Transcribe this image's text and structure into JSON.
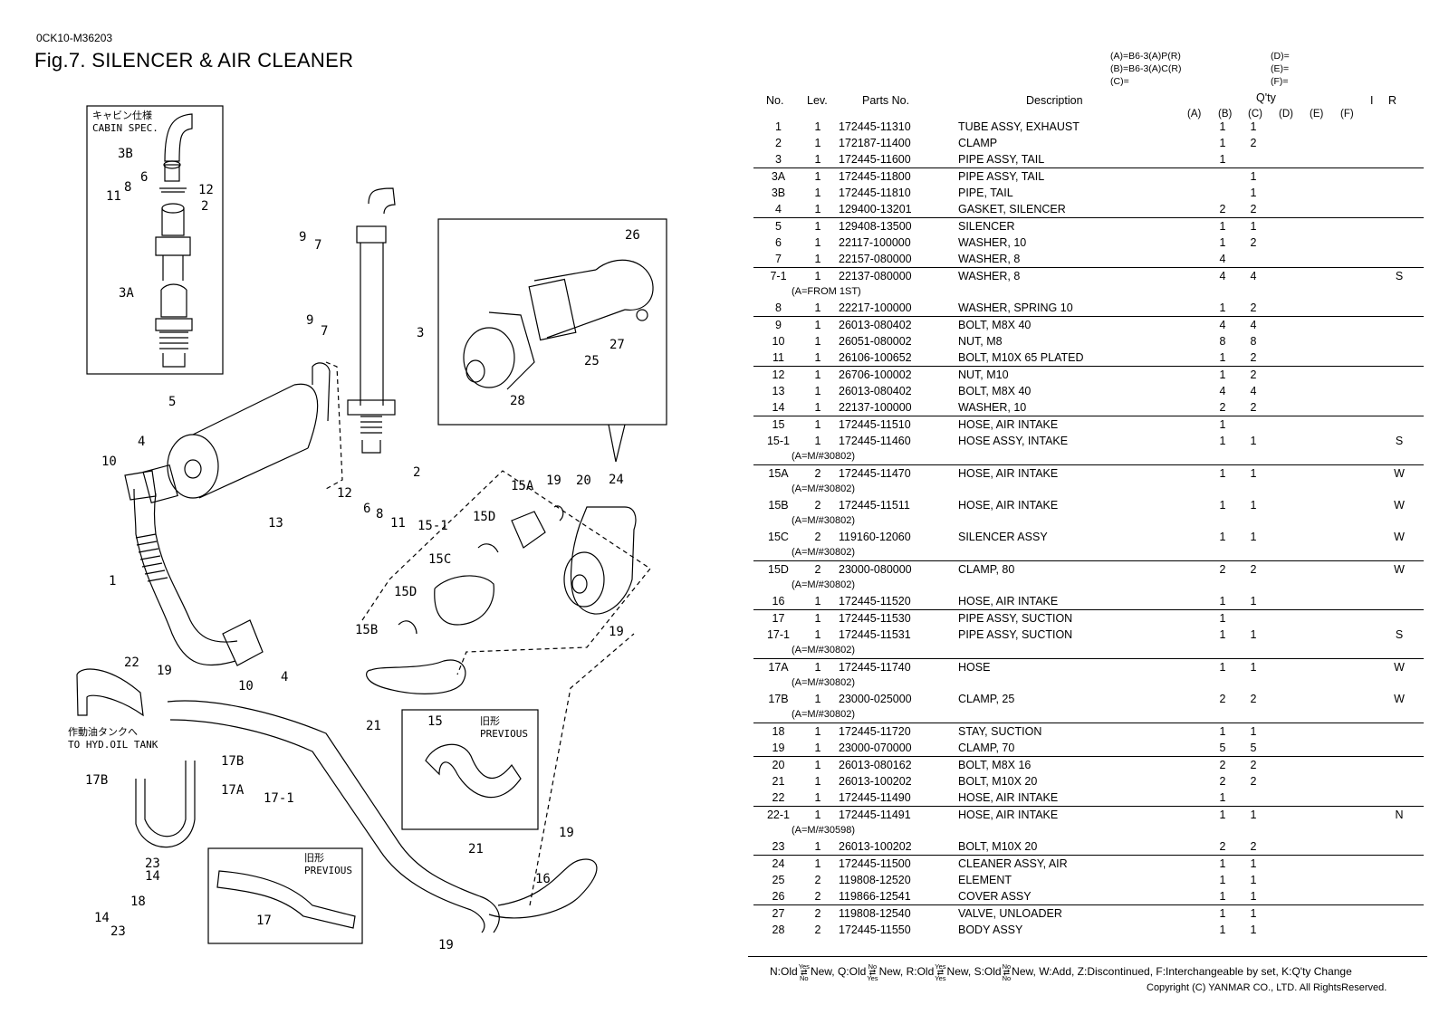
{
  "doc_code": "0CK10-M36203",
  "title": "Fig.7.  SILENCER & AIR CLEANER",
  "legend_keys": {
    "left": [
      "(A)=B6-3(A)P(R)",
      "(B)=B6-3(A)C(R)",
      "(C)="
    ],
    "right": [
      "(D)=",
      "(E)=",
      "(F)="
    ]
  },
  "headers": {
    "no": "No.",
    "lev": "Lev.",
    "parts_no": "Parts No.",
    "description": "Description",
    "qty": "Q'ty",
    "i": "I",
    "r": "R",
    "qty_cols": [
      "(A)",
      "(B)",
      "(C)",
      "(D)",
      "(E)",
      "(F)"
    ]
  },
  "rows": [
    {
      "no": "1",
      "lev": "1",
      "pn": "172445-11310",
      "desc": "TUBE ASSY, EXHAUST",
      "a": "1",
      "b": "1",
      "r": "",
      "note": "",
      "sep": false
    },
    {
      "no": "2",
      "lev": "1",
      "pn": "172187-11400",
      "desc": "CLAMP",
      "a": "1",
      "b": "2",
      "r": "",
      "note": "",
      "sep": false
    },
    {
      "no": "3",
      "lev": "1",
      "pn": "172445-11600",
      "desc": "PIPE ASSY, TAIL",
      "a": "1",
      "b": "",
      "r": "",
      "note": "",
      "sep": false
    },
    {
      "no": "3A",
      "lev": "1",
      "pn": "172445-11800",
      "desc": "PIPE ASSY, TAIL",
      "a": "",
      "b": "1",
      "r": "",
      "note": "",
      "sep": true
    },
    {
      "no": "3B",
      "lev": "1",
      "pn": "172445-11810",
      "desc": "PIPE, TAIL",
      "a": "",
      "b": "1",
      "r": "",
      "note": "",
      "sep": false
    },
    {
      "no": "4",
      "lev": "1",
      "pn": "129400-13201",
      "desc": "GASKET, SILENCER",
      "a": "2",
      "b": "2",
      "r": "",
      "note": "",
      "sep": false
    },
    {
      "no": "5",
      "lev": "1",
      "pn": "129408-13500",
      "desc": "SILENCER",
      "a": "1",
      "b": "1",
      "r": "",
      "note": "",
      "sep": true
    },
    {
      "no": "6",
      "lev": "1",
      "pn": "22117-100000",
      "desc": "WASHER, 10",
      "a": "1",
      "b": "2",
      "r": "",
      "note": "",
      "sep": false
    },
    {
      "no": "7",
      "lev": "1",
      "pn": "22157-080000",
      "desc": "WASHER,  8",
      "a": "4",
      "b": "",
      "r": "",
      "note": "",
      "sep": false
    },
    {
      "no": "7-1",
      "lev": "1",
      "pn": "22137-080000",
      "desc": "WASHER,  8",
      "a": "4",
      "b": "4",
      "r": "S",
      "note": "(A=FROM 1ST)",
      "sep": true
    },
    {
      "no": "8",
      "lev": "1",
      "pn": "22217-100000",
      "desc": "WASHER, SPRING 10",
      "a": "1",
      "b": "2",
      "r": "",
      "note": "",
      "sep": false
    },
    {
      "no": "9",
      "lev": "1",
      "pn": "26013-080402",
      "desc": "BOLT, M8X 40",
      "a": "4",
      "b": "4",
      "r": "",
      "note": "",
      "sep": true
    },
    {
      "no": "10",
      "lev": "1",
      "pn": "26051-080002",
      "desc": "NUT, M8",
      "a": "8",
      "b": "8",
      "r": "",
      "note": "",
      "sep": false
    },
    {
      "no": "11",
      "lev": "1",
      "pn": "26106-100652",
      "desc": "BOLT, M10X 65 PLATED",
      "a": "1",
      "b": "2",
      "r": "",
      "note": "",
      "sep": false
    },
    {
      "no": "12",
      "lev": "1",
      "pn": "26706-100002",
      "desc": "NUT, M10",
      "a": "1",
      "b": "2",
      "r": "",
      "note": "",
      "sep": true
    },
    {
      "no": "13",
      "lev": "1",
      "pn": "26013-080402",
      "desc": "BOLT, M8X 40",
      "a": "4",
      "b": "4",
      "r": "",
      "note": "",
      "sep": false
    },
    {
      "no": "14",
      "lev": "1",
      "pn": "22137-100000",
      "desc": "WASHER, 10",
      "a": "2",
      "b": "2",
      "r": "",
      "note": "",
      "sep": false
    },
    {
      "no": "15",
      "lev": "1",
      "pn": "172445-11510",
      "desc": "HOSE, AIR INTAKE",
      "a": "1",
      "b": "",
      "r": "",
      "note": "",
      "sep": true
    },
    {
      "no": "15-1",
      "lev": "1",
      "pn": "172445-11460",
      "desc": "HOSE ASSY, INTAKE",
      "a": "1",
      "b": "1",
      "r": "S",
      "note": "(A=M/#30802)",
      "sep": false
    },
    {
      "no": "15A",
      "lev": "2",
      "pn": "172445-11470",
      "desc": "HOSE, AIR INTAKE",
      "a": "1",
      "b": "1",
      "r": "W",
      "note": "(A=M/#30802)",
      "sep": true
    },
    {
      "no": "15B",
      "lev": "2",
      "pn": "172445-11511",
      "desc": "HOSE, AIR INTAKE",
      "a": "1",
      "b": "1",
      "r": "W",
      "note": "(A=M/#30802)",
      "sep": false
    },
    {
      "no": "15C",
      "lev": "2",
      "pn": "119160-12060",
      "desc": "SILENCER ASSY",
      "a": "1",
      "b": "1",
      "r": "W",
      "note": "(A=M/#30802)",
      "sep": false
    },
    {
      "no": "15D",
      "lev": "2",
      "pn": "23000-080000",
      "desc": "CLAMP,  80",
      "a": "2",
      "b": "2",
      "r": "W",
      "note": "(A=M/#30802)",
      "sep": true
    },
    {
      "no": "16",
      "lev": "1",
      "pn": "172445-11520",
      "desc": "HOSE, AIR INTAKE",
      "a": "1",
      "b": "1",
      "r": "",
      "note": "",
      "sep": false
    },
    {
      "no": "17",
      "lev": "1",
      "pn": "172445-11530",
      "desc": "PIPE ASSY, SUCTION",
      "a": "1",
      "b": "",
      "r": "",
      "note": "",
      "sep": true
    },
    {
      "no": "17-1",
      "lev": "1",
      "pn": "172445-11531",
      "desc": "PIPE ASSY, SUCTION",
      "a": "1",
      "b": "1",
      "r": "S",
      "note": "(A=M/#30802)",
      "sep": false
    },
    {
      "no": "17A",
      "lev": "1",
      "pn": "172445-11740",
      "desc": "HOSE",
      "a": "1",
      "b": "1",
      "r": "W",
      "note": "(A=M/#30802)",
      "sep": true
    },
    {
      "no": "17B",
      "lev": "1",
      "pn": "23000-025000",
      "desc": "CLAMP,  25",
      "a": "2",
      "b": "2",
      "r": "W",
      "note": "(A=M/#30802)",
      "sep": false
    },
    {
      "no": "18",
      "lev": "1",
      "pn": "172445-11720",
      "desc": "STAY, SUCTION",
      "a": "1",
      "b": "1",
      "r": "",
      "note": "",
      "sep": true
    },
    {
      "no": "19",
      "lev": "1",
      "pn": "23000-070000",
      "desc": "CLAMP,  70",
      "a": "5",
      "b": "5",
      "r": "",
      "note": "",
      "sep": false
    },
    {
      "no": "20",
      "lev": "1",
      "pn": "26013-080162",
      "desc": "BOLT, M8X 16",
      "a": "2",
      "b": "2",
      "r": "",
      "note": "",
      "sep": true
    },
    {
      "no": "21",
      "lev": "1",
      "pn": "26013-100202",
      "desc": "BOLT, M10X 20",
      "a": "2",
      "b": "2",
      "r": "",
      "note": "",
      "sep": false
    },
    {
      "no": "22",
      "lev": "1",
      "pn": "172445-11490",
      "desc": "HOSE, AIR INTAKE",
      "a": "1",
      "b": "",
      "r": "",
      "note": "",
      "sep": false
    },
    {
      "no": "22-1",
      "lev": "1",
      "pn": "172445-11491",
      "desc": "HOSE, AIR INTAKE",
      "a": "1",
      "b": "1",
      "r": "N",
      "note": "(A=M/#30598)",
      "sep": true
    },
    {
      "no": "23",
      "lev": "1",
      "pn": "26013-100202",
      "desc": "BOLT, M10X 20",
      "a": "2",
      "b": "2",
      "r": "",
      "note": "",
      "sep": false
    },
    {
      "no": "24",
      "lev": "1",
      "pn": "172445-11500",
      "desc": "CLEANER ASSY, AIR",
      "a": "1",
      "b": "1",
      "r": "",
      "note": "",
      "sep": true
    },
    {
      "no": "25",
      "lev": "2",
      "pn": "119808-12520",
      "desc": "ELEMENT",
      "a": "1",
      "b": "1",
      "r": "",
      "note": "",
      "sep": false
    },
    {
      "no": "26",
      "lev": "2",
      "pn": "119866-12541",
      "desc": "COVER ASSY",
      "a": "1",
      "b": "1",
      "r": "",
      "note": "",
      "sep": false
    },
    {
      "no": "27",
      "lev": "2",
      "pn": "119808-12540",
      "desc": "VALVE, UNLOADER",
      "a": "1",
      "b": "1",
      "r": "",
      "note": "",
      "sep": true
    },
    {
      "no": "28",
      "lev": "2",
      "pn": "172445-11550",
      "desc": "BODY ASSY",
      "a": "1",
      "b": "1",
      "r": "",
      "note": "",
      "sep": false
    }
  ],
  "footer": {
    "n": "N:Old",
    "n_new": "New,",
    "q": " Q:Old",
    "q_new": "New,",
    "r": " R:Old",
    "r_new": "New,",
    "s": " S:Old",
    "s_new": "New,",
    "rest": " W:Add, Z:Discontinued, F:Interchangeable by set, K:Q'ty Change",
    "yes": "Yes",
    "no": "No",
    "copyright": "Copyright (C)  YANMAR CO., LTD. All RightsReserved."
  },
  "diagram": {
    "cabin_spec_jp": "キャビン仕様",
    "cabin_spec": "CABIN SPEC.",
    "previous_jp": "旧形",
    "previous": "PREVIOUS",
    "hyd_tank_jp": "作動油タンクへ",
    "hyd_tank": "TO HYD.OIL TANK",
    "callouts": [
      "3B",
      "8",
      "6",
      "12",
      "11",
      "2",
      "3A",
      "9",
      "7",
      "3",
      "26",
      "9",
      "7",
      "5",
      "25",
      "27",
      "28",
      "4",
      "10",
      "2",
      "12",
      "6",
      "8",
      "11",
      "13",
      "15A",
      "19",
      "20",
      "24",
      "15-1",
      "15D",
      "1",
      "15C",
      "15D",
      "15B",
      "19",
      "4",
      "10",
      "22",
      "19",
      "21",
      "15",
      "17B",
      "17B",
      "17A",
      "17-1",
      "21",
      "19",
      "23",
      "14",
      "18",
      "14",
      "23",
      "17",
      "16",
      "19"
    ]
  }
}
